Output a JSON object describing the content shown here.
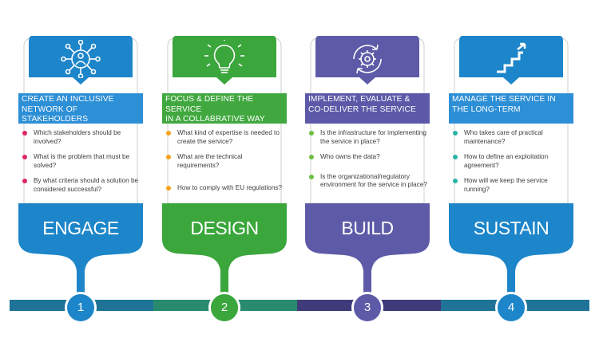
{
  "steps": [
    {
      "number": "1",
      "icon": "network-people-icon",
      "title_lines": [
        "CREATE AN INCLUSIVE",
        "NETWORK OF STAKEHOLDERS"
      ],
      "questions": [
        "Which stakeholders should be involved?",
        "What is the problem that must be solved?",
        "By what criteria should a solution be considered successful?"
      ],
      "word": "ENGAGE",
      "color": "#1d85c9",
      "band_color": "#2d8fd6",
      "dot_color": "#e2246b"
    },
    {
      "number": "2",
      "icon": "lightbulb-icon",
      "title_lines": [
        "FOCUS & DEFINE THE SERVICE",
        "IN A COLLABRATIVE WAY"
      ],
      "questions": [
        "What kind of expertise is needed to create the service?",
        "What are the technical requirements?",
        "How to comply with  EU regulations?"
      ],
      "word": "DESIGN",
      "color": "#3aa63c",
      "band_color": "#40a83f",
      "dot_color": "#f5a21d"
    },
    {
      "number": "3",
      "icon": "gear-cycle-icon",
      "title_lines": [
        "IMPLEMENT, EVALUATE &",
        "CO-DELIVER THE SERVICE"
      ],
      "questions": [
        "Is the infrastructure for implementing the service in place?",
        "Who owns the data?",
        "Is the organizational/regulatory environment for the service in place?"
      ],
      "word": "BUILD",
      "color": "#5d5aa7",
      "band_color": "#5c59a8",
      "dot_color": "#6fbe44"
    },
    {
      "number": "4",
      "icon": "stairs-arrow-icon",
      "title_lines": [
        "MANAGE THE SERVICE IN",
        "THE LONG-TERM"
      ],
      "questions": [
        "Who takes care of practical maintenance?",
        "How to define an exploitation agreement?",
        "How will we keep the service running?"
      ],
      "word": "SUSTAIN",
      "color": "#1d85c9",
      "band_color": "#2d8fd6",
      "dot_color": "#29b3a8"
    }
  ],
  "timeline_colors": [
    "#1f6f8f",
    "#2a8a6d",
    "#3f3a7a",
    "#1f6f8f"
  ]
}
